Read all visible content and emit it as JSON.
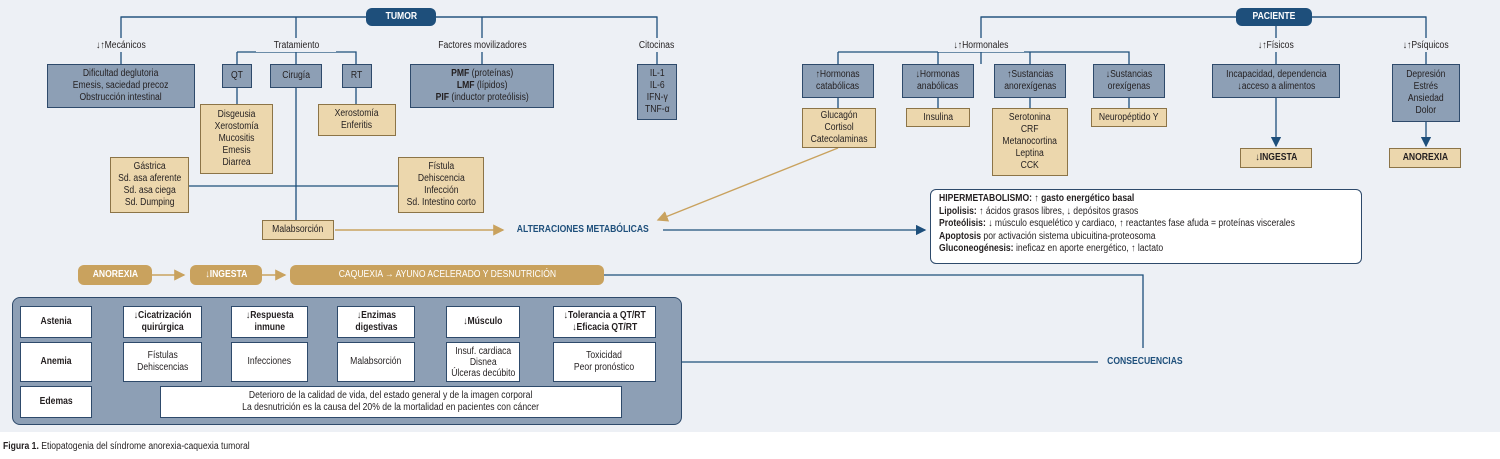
{
  "colors": {
    "navy": "#1e4f7b",
    "gold": "#c9a25e",
    "gold_box": "#ecd7ad",
    "slate_box": "#8d9fb5",
    "panel_bg": "#edf0f5"
  },
  "tumor": "TUMOR",
  "paciente": "PACIENTE",
  "mecanicos": {
    "label": "↓↑Mecánicos",
    "box": "Dificultad deglutoria\nEmesis, saciedad precoz\nObstrucción intestinal"
  },
  "tratamiento": {
    "label": "Tratamiento",
    "qt": "QT",
    "cirugia": "Cirugía",
    "rt": "RT",
    "qt_box": "Disgeusia\nXerostomía\nMucositis\nEmesis\nDiarrea",
    "rt_box": "Xerostomía\nEnferitis",
    "gastrica_box": "Gástrica\nSd. asa aferente\nSd. asa ciega\nSd. Dumping",
    "fistula_box": "Fístula\nDehiscencia\nInfección\nSd. Intestino corto",
    "malabsorcion": "Malabsorción"
  },
  "factores": {
    "label": "Factores movilizadores",
    "lines": [
      {
        "b": "PMF",
        "t": " (proteínas)"
      },
      {
        "b": "LMF",
        "t": " (lípidos)"
      },
      {
        "b": "PIF",
        "t": " (inductor proteólisis)"
      }
    ]
  },
  "citocinas": {
    "label": "Citocinas",
    "box": "IL-1\nIL-6\nIFN-γ\nTNF-α"
  },
  "hormonales": {
    "label": "↓↑Hormonales",
    "catabolicas": "↑Hormonas\ncatabólicas",
    "catabolicas_box": "Glucagón\nCortisol\nCatecolaminas",
    "anabolicas": "↓Hormonas\nanabólicas",
    "anabolicas_box": "Insulina",
    "anorexigenas": "↑Sustancias\nanorexígenas",
    "anorexigenas_box": "Serotonina\nCRF\nMetanocortina\nLeptina\nCCK",
    "orexigenas": "↓Sustancias\norexígenas",
    "orexigenas_box": "Neuropéptido Y"
  },
  "fisicos": {
    "label": "↓↑Físicos",
    "box": "Incapacidad, dependencia\n↓acceso a alimentos",
    "result": "↓INGESTA"
  },
  "psiquicos": {
    "label": "↓↑Psíquicos",
    "box": "Depresión\nEstrés\nAnsiedad\nDolor",
    "result": "ANOREXIA"
  },
  "alteraciones": "ALTERACIONES  METABÓLICAS",
  "hyper": {
    "title_b": "HIPERMETABOLISMO:",
    "title_t": " ↑ gasto energético basal",
    "rows": [
      {
        "b": "Lipolisis:",
        "t": " ↑ ácidos grasos libres, ↓ depósitos grasos"
      },
      {
        "b": "Proteólisis:",
        "t": " ↓ músculo esquelético y cardiaco, ↑ reactantes fase afuda = proteínas viscerales"
      },
      {
        "b": "Apoptosis",
        "t": " por activación sistema ubicuitina-proteosoma"
      },
      {
        "b": "Gluconeogénesis:",
        "t": " ineficaz en aporte energético, ↑ lactato"
      }
    ]
  },
  "flow": {
    "anorexia": "ANOREXIA",
    "ingesta": "↓INGESTA",
    "caquexia": "CAQUEXIA → AYUNO ACELERADO Y DESNUTRICIÓN"
  },
  "consecuencias": {
    "label": "CONSECUENCIAS",
    "astenia": "Astenia",
    "anemia": "Anemia",
    "edemas": "Edemas",
    "h1": "↓Cicatrización\nquirúrgica",
    "h2": "↓Respuesta\ninmune",
    "h3": "↓Enzimas\ndigestivas",
    "h4": "↓Músculo",
    "h5": "↓Tolerancia a QT/RT\n↓Eficacia QT/RT",
    "d1": "Fístulas\nDehiscencias",
    "d2": "Infecciones",
    "d3": "Malabsorción",
    "d4": "Insuf. cardiaca\nDisnea\nÚlceras decúbito",
    "d5": "Toxicidad\nPeor pronóstico",
    "wide": "Deterioro de la calidad de vida, del estado general y de la imagen corporal\nLa desnutrición es la causa del 20% de la mortalidad en pacientes con cáncer"
  },
  "caption": {
    "b": "Figura 1.",
    "t": " Etiopatogenia del síndrome anorexia-caquexia tumoral"
  }
}
